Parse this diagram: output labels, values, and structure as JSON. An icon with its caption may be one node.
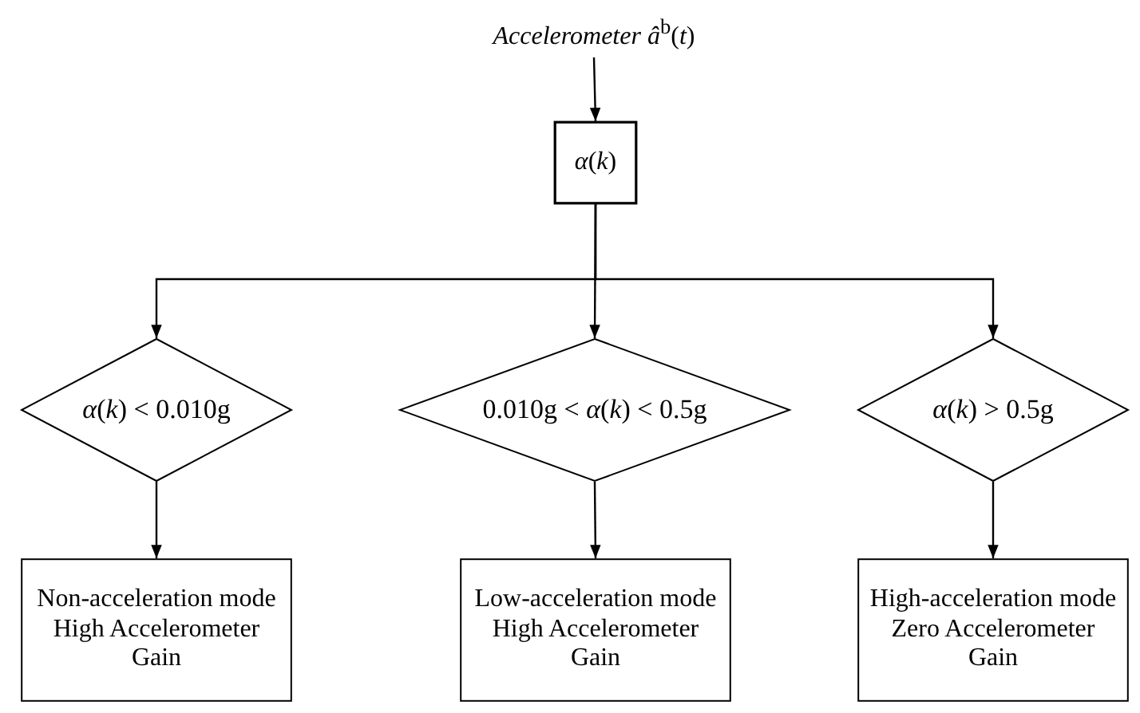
{
  "diagram": {
    "nodes": [
      {
        "text": [
          "*Accelerometer* *â*$^{b}$(*t*)"
        ]
      },
      {
        "text": [
          "*α*(*k*)"
        ]
      },
      {
        "text": [
          "*α*(*k*) < 0.010g"
        ]
      },
      {
        "text": [
          "0.010g < *α*(*k*) < 0.5g"
        ]
      },
      {
        "text": [
          "*α*(*k*) > 0.5g"
        ]
      },
      {
        "text": [
          "Non-acceleration mode High Accelerometer Gain"
        ]
      },
      {
        "text": [
          "Low-acceleration mode High Accelerometer Gain"
        ]
      },
      {
        "text": [
          "High-acceleration mode Zero Accelerometer Gain"
        ]
      }
    ],
    "edges": [
      {
        "from": 0,
        "to": 1,
        "arrow": "to"
      },
      {
        "from": 1,
        "to": 2,
        "arrow": "to"
      },
      {
        "from": 1,
        "to": 3,
        "arrow": "to"
      },
      {
        "from": 1,
        "to": 4,
        "arrow": "to"
      },
      {
        "from": 2,
        "to": 5,
        "arrow": "to"
      },
      {
        "from": 3,
        "to": 6,
        "arrow": "to"
      },
      {
        "from": 4,
        "to": 7,
        "arrow": "to"
      }
    ]
  }
}
